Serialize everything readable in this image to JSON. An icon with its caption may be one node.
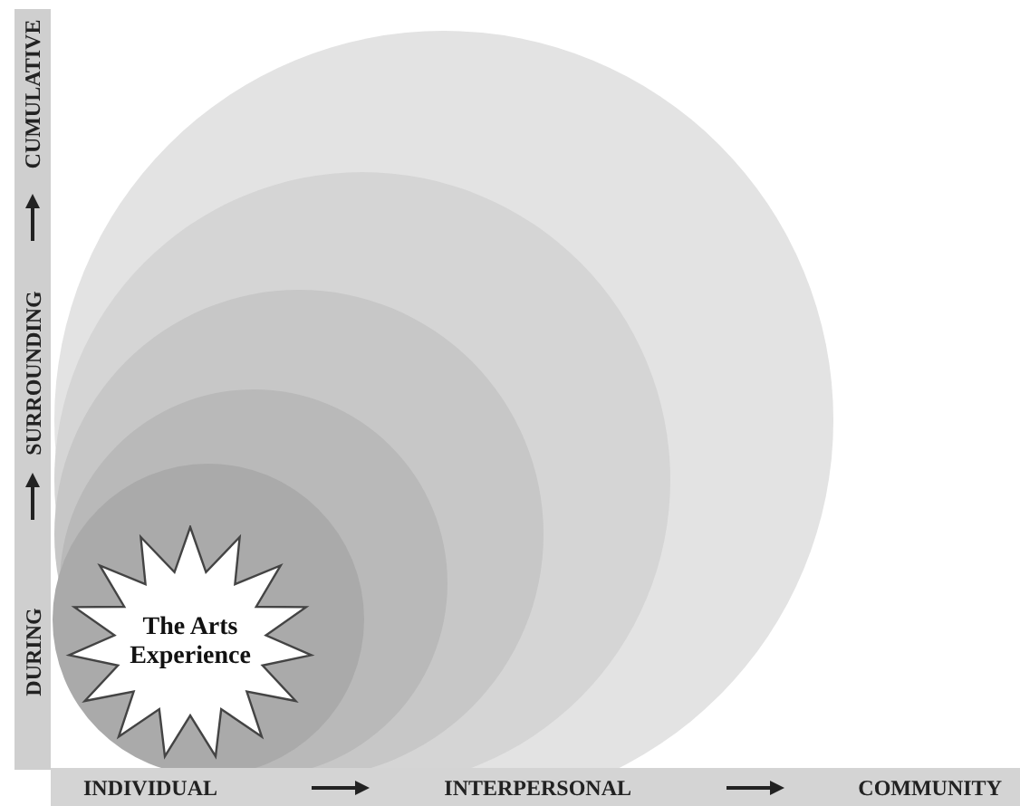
{
  "diagram": {
    "nodes": [
      {
        "text": [
          "The Arts Experience"
        ]
      }
    ],
    "labels": [
      "DURING",
      "SURROUNDING",
      "CUMULATIVE",
      "INDIVIDUAL",
      "INTERPERSONAL",
      "COMMUNITY"
    ]
  }
}
